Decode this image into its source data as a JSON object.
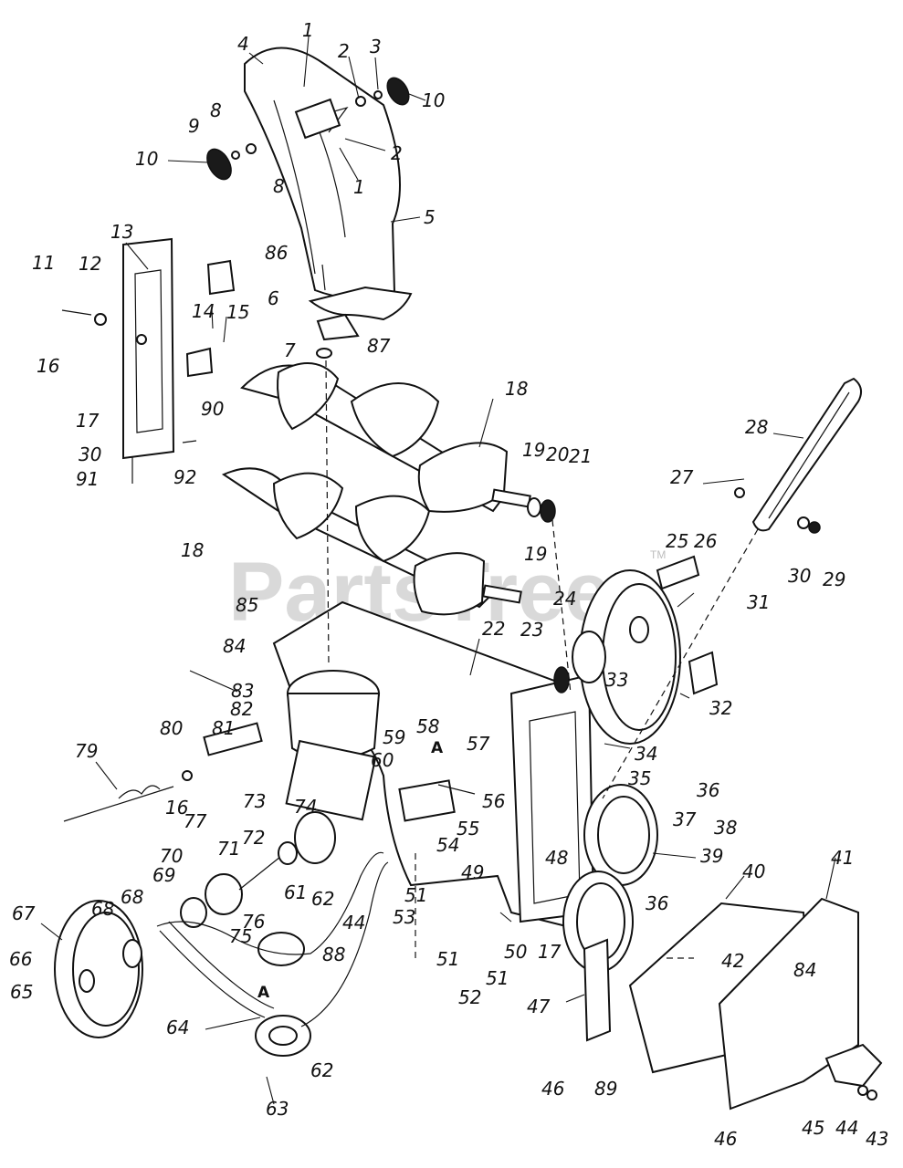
{
  "watermark": {
    "text": "PartsTree",
    "tm": "TM"
  },
  "callouts": [
    "1",
    "2",
    "3",
    "4",
    "5",
    "6",
    "7",
    "8",
    "9",
    "10",
    "11",
    "12",
    "13",
    "14",
    "15",
    "16",
    "17",
    "18",
    "19",
    "20",
    "21",
    "22",
    "23",
    "24",
    "25",
    "26",
    "27",
    "28",
    "29",
    "30",
    "31",
    "32",
    "33",
    "34",
    "35",
    "36",
    "37",
    "38",
    "39",
    "40",
    "41",
    "42",
    "43",
    "44",
    "45",
    "46",
    "47",
    "48",
    "49",
    "50",
    "51",
    "52",
    "53",
    "54",
    "55",
    "56",
    "57",
    "58",
    "59",
    "60",
    "61",
    "62",
    "63",
    "64",
    "65",
    "66",
    "67",
    "68",
    "69",
    "70",
    "71",
    "72",
    "73",
    "74",
    "75",
    "76",
    "77",
    "79",
    "80",
    "81",
    "82",
    "83",
    "84",
    "85",
    "86",
    "87",
    "88",
    "89",
    "90",
    "91",
    "92"
  ],
  "detail_marker": "A"
}
